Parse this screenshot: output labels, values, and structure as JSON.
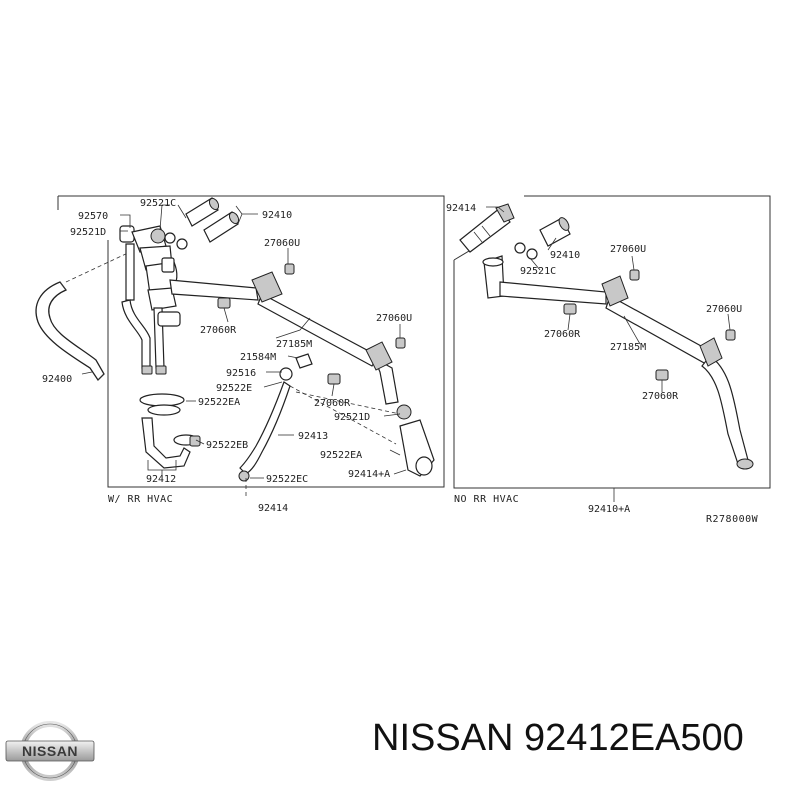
{
  "diagram": {
    "left_panel": {
      "caption": "W/ RR HVAC",
      "labels": {
        "l92521c": "92521C",
        "l92570": "92570",
        "l92521d": "92521D",
        "l92410": "92410",
        "l27060u_a": "27060U",
        "l27060r_a": "27060R",
        "l27185m": "27185M",
        "l27060u_b": "27060U",
        "l21584m": "21584M",
        "l92516": "92516",
        "l92522e": "92522E",
        "l92522ea_a": "92522EA",
        "l27060r_b": "27060R",
        "l92521d_b": "92521D",
        "l92413": "92413",
        "l92522eb": "92522EB",
        "l92522ea_b": "92522EA",
        "l92414a": "92414+A",
        "l92412": "92412",
        "l92522ec": "92522EC",
        "l92400": "92400",
        "l92414": "92414"
      }
    },
    "right_panel": {
      "caption": "NO RR HVAC",
      "labels": {
        "r92414": "92414",
        "r92410": "92410",
        "r92521c": "92521C",
        "r27060u_a": "27060U",
        "r27060u_b": "27060U",
        "r27060r_a": "27060R",
        "r27185m": "27185M",
        "r27060r_b": "27060R",
        "r92410a": "92410+A"
      }
    },
    "reference_code": "R278000W"
  },
  "brand": {
    "logo_text": "NISSAN",
    "part_title": "NISSAN 92412EA500"
  }
}
